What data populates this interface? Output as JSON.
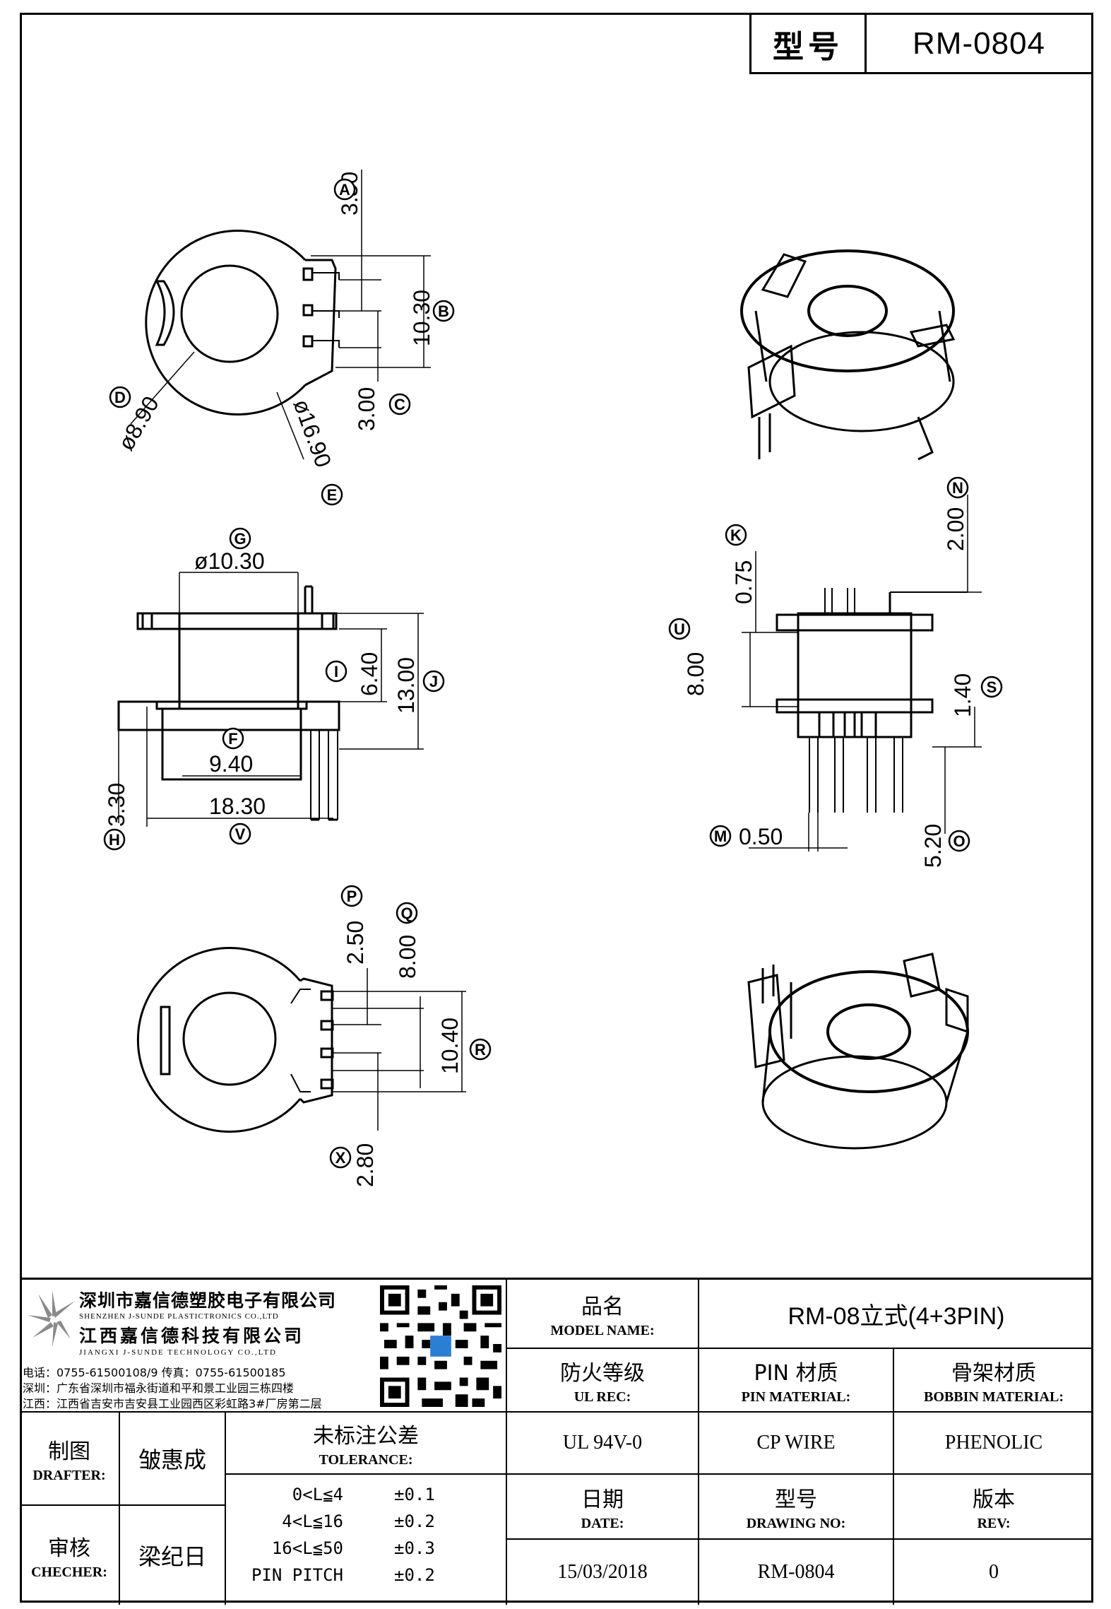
{
  "header": {
    "label": "型号",
    "model": "RM-0804"
  },
  "dimensions": {
    "A": "3.50",
    "B": "10.30",
    "C": "3.00",
    "D": "ø8.90",
    "E": "ø16.90",
    "G": "ø10.30",
    "I": "6.40",
    "J": "13.00",
    "F": "9.40",
    "V": "18.30",
    "H": "3.30",
    "K": "0.75",
    "N": "2.00",
    "U": "8.00",
    "S": "1.40",
    "M": "0.50",
    "O": "5.20",
    "P": "2.50",
    "Q": "8.00",
    "R": "10.40",
    "X": "2.80"
  },
  "tags": [
    "A",
    "B",
    "C",
    "D",
    "E",
    "G",
    "I",
    "J",
    "F",
    "V",
    "H",
    "K",
    "N",
    "U",
    "S",
    "M",
    "O",
    "P",
    "Q",
    "R",
    "X"
  ],
  "company": {
    "name_sz": "深圳市嘉信德塑胶电子有限公司",
    "name_sz_en": "SHENZHEN J-SUNDE PLASTICTRONICS CO.,LTD",
    "name_jx": "江西嘉信德科技有限公司",
    "name_jx_en": "JIANGXI J-SUNDE TECHNOLOGY CO.,LTD",
    "phone": "电话：0755-61500108/9     传真：0755-61500185",
    "addr_sz": "深圳：广东省深圳市福永街道和平和景工业园三栋四楼",
    "addr_jx": "江西：江西省吉安市吉安县工业园西区彩虹路3#厂房第二层"
  },
  "title_block": {
    "model_name": {
      "zh": "品名",
      "en": "MODEL NAME:",
      "value": "RM-08立式(4+3PIN)"
    },
    "ul_rec": {
      "zh": "防火等级",
      "en": "UL REC:",
      "value": "UL 94V-0"
    },
    "pin_material": {
      "zh": "PIN 材质",
      "en": "PIN MATERIAL:",
      "value": "CP WIRE"
    },
    "bobbin_material": {
      "zh": "骨架材质",
      "en": "BOBBIN MATERIAL:",
      "value": "PHENOLIC"
    },
    "date": {
      "zh": "日期",
      "en": "DATE:",
      "value": "15/03/2018"
    },
    "drawing_no": {
      "zh": "型号",
      "en": "DRAWING NO:",
      "value": "RM-0804"
    },
    "rev": {
      "zh": "版本",
      "en": "REV:",
      "value": "0"
    },
    "drafter": {
      "zh": "制图",
      "en": "DRAFTER:",
      "value": "皱惠成"
    },
    "checker": {
      "zh": "审核",
      "en": "CHECHER:",
      "value": "梁纪日"
    },
    "tolerance": {
      "zh": "未标注公差",
      "en": "TOLERANCE:",
      "rows": [
        {
          "range": "0<L≦4",
          "tol": "±0.1"
        },
        {
          "range": "4<L≦16",
          "tol": "±0.2"
        },
        {
          "range": "16<L≦50",
          "tol": "±0.3"
        },
        {
          "range": "PIN PITCH",
          "tol": "±0.2"
        }
      ]
    }
  }
}
